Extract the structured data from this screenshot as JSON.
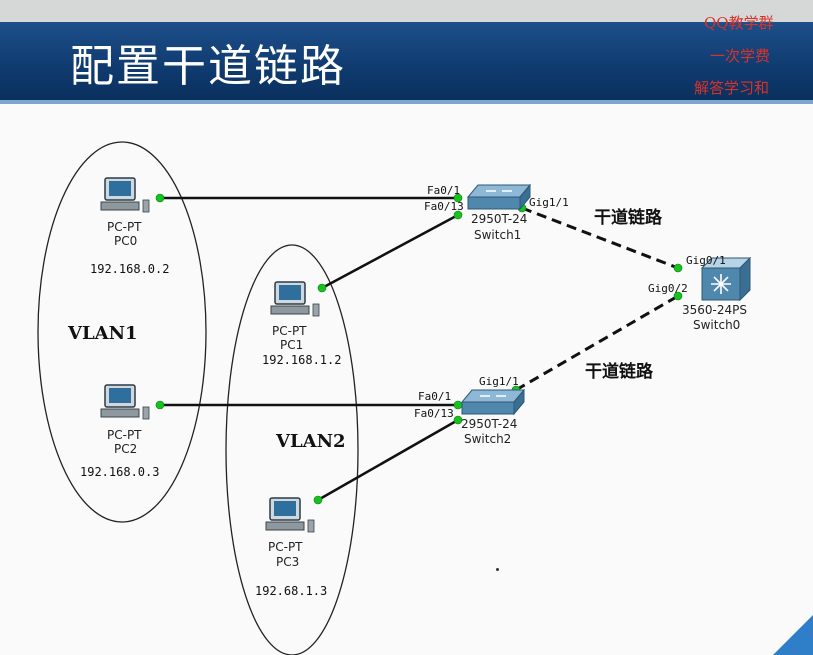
{
  "slide": {
    "title": "配置干道链路",
    "side_notes": [
      "QQ教学群",
      "一次学费",
      "解答学习和"
    ]
  },
  "vlans": [
    {
      "id": "vlan1",
      "label": "VLAN1"
    },
    {
      "id": "vlan2",
      "label": "VLAN2"
    }
  ],
  "pcs": [
    {
      "id": "pc0",
      "model": "PC-PT",
      "name": "PC0",
      "ip": "192.168.0.2"
    },
    {
      "id": "pc1",
      "model": "PC-PT",
      "name": "PC1",
      "ip": "192.168.1.2"
    },
    {
      "id": "pc2",
      "model": "PC-PT",
      "name": "PC2",
      "ip": "192.168.0.3"
    },
    {
      "id": "pc3",
      "model": "PC-PT",
      "name": "PC3",
      "ip": "192.68.1.3"
    }
  ],
  "switches": [
    {
      "id": "switch1",
      "model": "2950T-24",
      "name": "Switch1",
      "ports": [
        "Fa0/1",
        "Fa0/13",
        "Gig1/1"
      ]
    },
    {
      "id": "switch2",
      "model": "2950T-24",
      "name": "Switch2",
      "ports": [
        "Fa0/1",
        "Fa0/13",
        "Gig1/1"
      ]
    },
    {
      "id": "switch0",
      "model": "3560-24PS",
      "name": "Switch0",
      "ports": [
        "Gig0/1",
        "Gig0/2"
      ]
    }
  ],
  "trunk_labels": [
    "干道链路",
    "干道链路"
  ],
  "colors": {
    "header": "#0f3a6e",
    "link_dot": "#17c21f",
    "switch_body": "#4f87ad",
    "trunk": "#000000"
  }
}
